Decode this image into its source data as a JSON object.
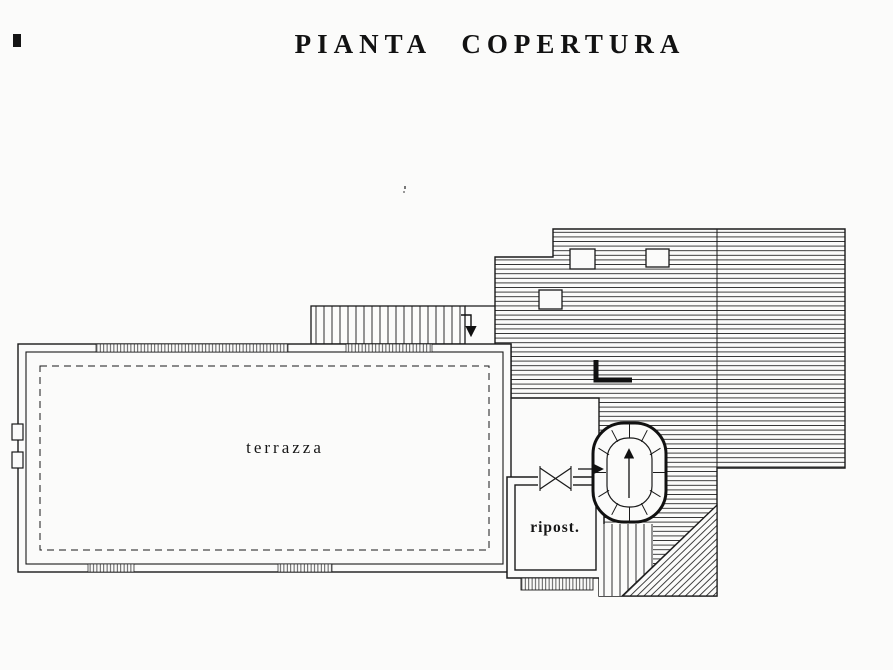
{
  "document": {
    "title": "PIANTA COPERTURA"
  },
  "plan": {
    "terrace_label": "terrazza",
    "storage_label": "ripost."
  },
  "colors": {
    "ink": "#1a1a1a",
    "paper": "#fbfbfa",
    "hatch": "#2e2e2e"
  }
}
